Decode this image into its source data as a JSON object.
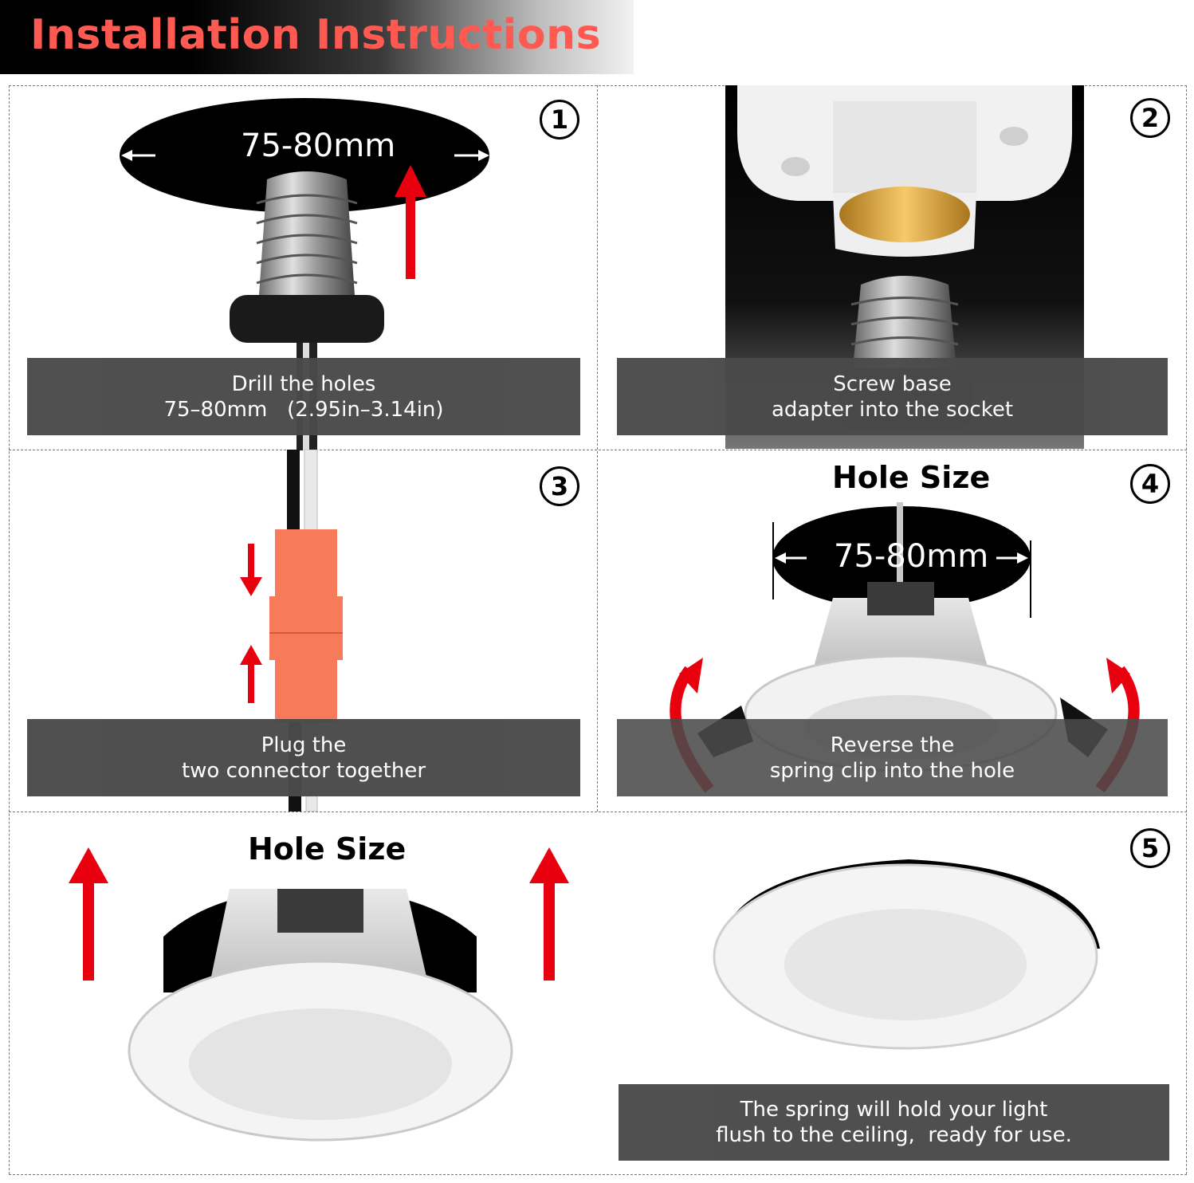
{
  "header": {
    "title": "Installation Instructions"
  },
  "steps": [
    {
      "number": "1",
      "dimension": "75-80mm",
      "caption_line1": "Drill the holes",
      "caption_line2": "75–80mm   (2.95in–3.14in)"
    },
    {
      "number": "2",
      "caption_line1": "Screw base",
      "caption_line2": "adapter into the socket"
    },
    {
      "number": "3",
      "caption_line1": "Plug the",
      "caption_line2": "two connector together"
    },
    {
      "number": "4",
      "title": "Hole Size",
      "dimension": "75-80mm",
      "caption_line1": "Reverse the",
      "caption_line2": "spring clip into the hole"
    },
    {
      "title": "Hole Size"
    },
    {
      "number": "5",
      "caption_line1": "The spring will hold your light",
      "caption_line2": "flush to the ceiling,  ready for use."
    }
  ],
  "colors": {
    "accent": "#ff5a52",
    "arrow": "#e8000f",
    "caption_bg": "#4a4a4a",
    "connector": "#f77a5b"
  }
}
